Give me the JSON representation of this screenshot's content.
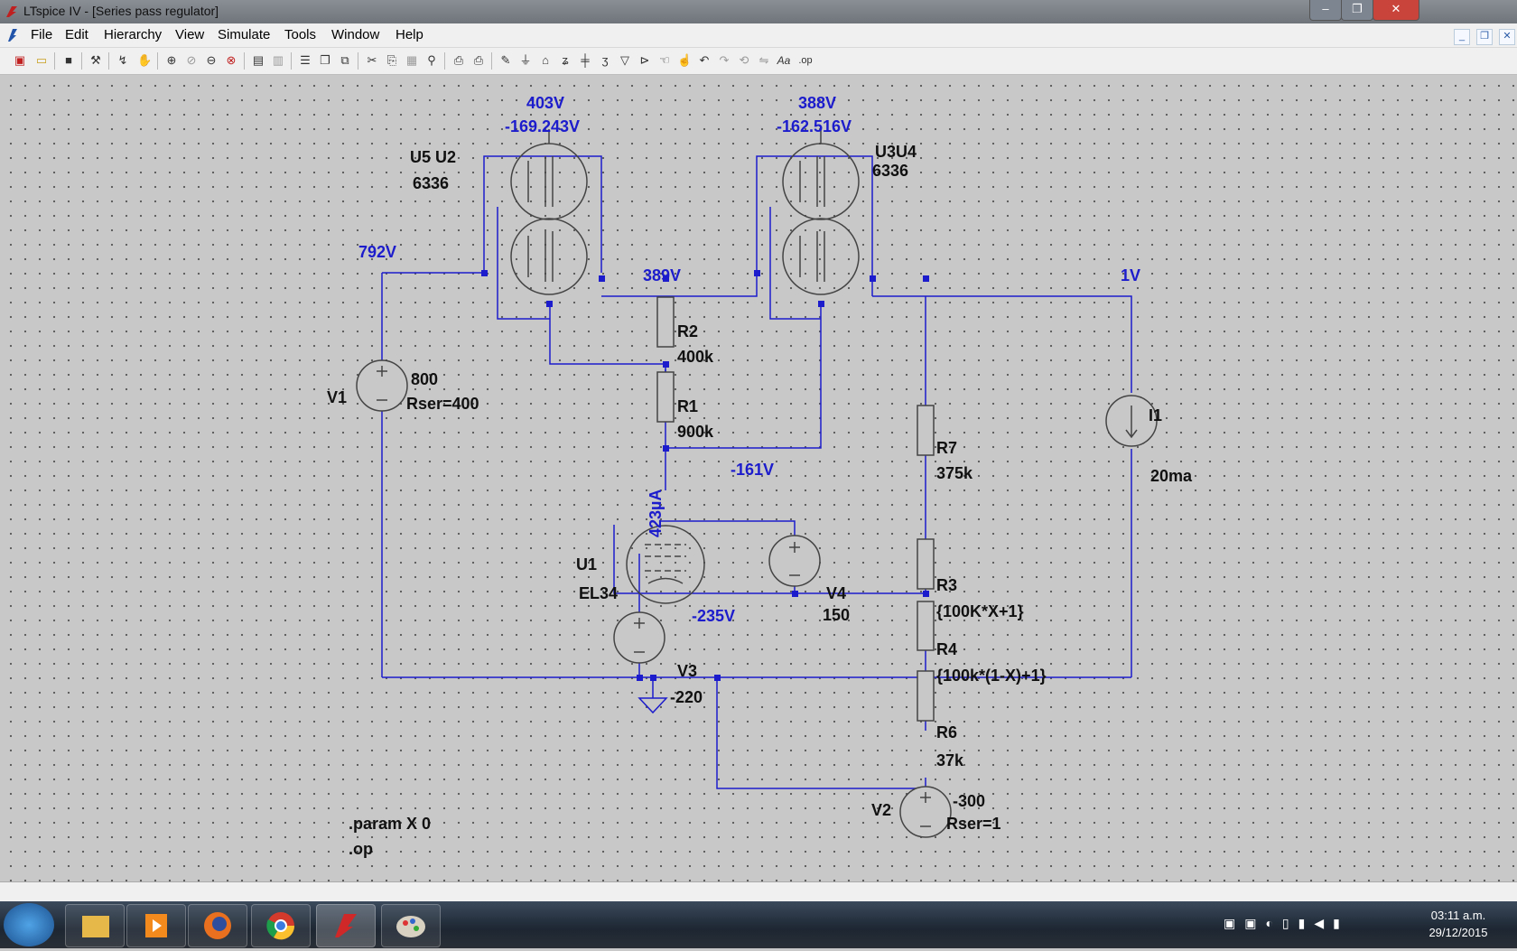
{
  "window": {
    "title": "LTspice IV - [Series pass regulator]",
    "minimize": "–",
    "maximize": "❐",
    "close": "✕"
  },
  "menus": [
    "File",
    "Edit",
    "Hierarchy",
    "View",
    "Simulate",
    "Tools",
    "Window",
    "Help"
  ],
  "mdi_controls": [
    "_",
    "❐",
    "✕"
  ],
  "toolbar_icons": [
    "new-schematic",
    "open",
    "save",
    "control-panel",
    "run",
    "halt",
    "zoom-in",
    "pan",
    "zoom-out",
    "zoom-cancel",
    "autorange",
    "pick-visible",
    "tile",
    "cascade",
    "close-all",
    "cut",
    "copy",
    "paste",
    "find",
    "print-setup",
    "print",
    "draw-wire",
    "ground",
    "label-net",
    "resistor",
    "capacitor",
    "inductor",
    "diode",
    "component",
    "move",
    "drag",
    "undo",
    "redo",
    "rotate",
    "mirror",
    "text",
    "spice-directive"
  ],
  "schematic": {
    "labels": {
      "v_top_left": "403V",
      "v_top_right": "388V",
      "v_grid_left": "-169.243V",
      "v_grid_right": "-162.516V",
      "u5u2": "U5  U2",
      "u3u4": "U3U4",
      "model_left": "6336",
      "model_right": "6336",
      "v792": "792V",
      "v389": "389V",
      "v1": "1V",
      "r2": "R2",
      "r2v": "400k",
      "r1": "R1",
      "r1v": "900k",
      "vsrc1": "V1",
      "vsrc1v": "800",
      "vsrc1r": "Rser=400",
      "i1": "I1",
      "i1v": "20ma",
      "r7": "R7",
      "r7v": "375k",
      "vm161": "-161V",
      "current": "423µA",
      "u1": "U1",
      "el34": "EL34",
      "v4": "V4",
      "v4v": "150",
      "r3": "R3",
      "r3v": "{100K*X+1}",
      "vm235": "-235V",
      "r4": "R4",
      "r4v": "{100k*(1-X)+1}",
      "v3": "V3",
      "v3v": "-220",
      "r6": "R6",
      "r6v": "37k",
      "v2": "V2",
      "v2v": "-300",
      "v2r": "Rser=1",
      "param": ".param X 0",
      "op": ".op"
    }
  },
  "taskbar": {
    "time": "03:11 a.m.",
    "date": "29/12/2015",
    "apps": [
      "explorer",
      "media-player",
      "firefox",
      "chrome",
      "ltspice",
      "paint"
    ]
  },
  "colors": {
    "wire": "#1c1ccc",
    "voltage_label": "#1c1ccc",
    "canvas": "#c8c8c8"
  }
}
